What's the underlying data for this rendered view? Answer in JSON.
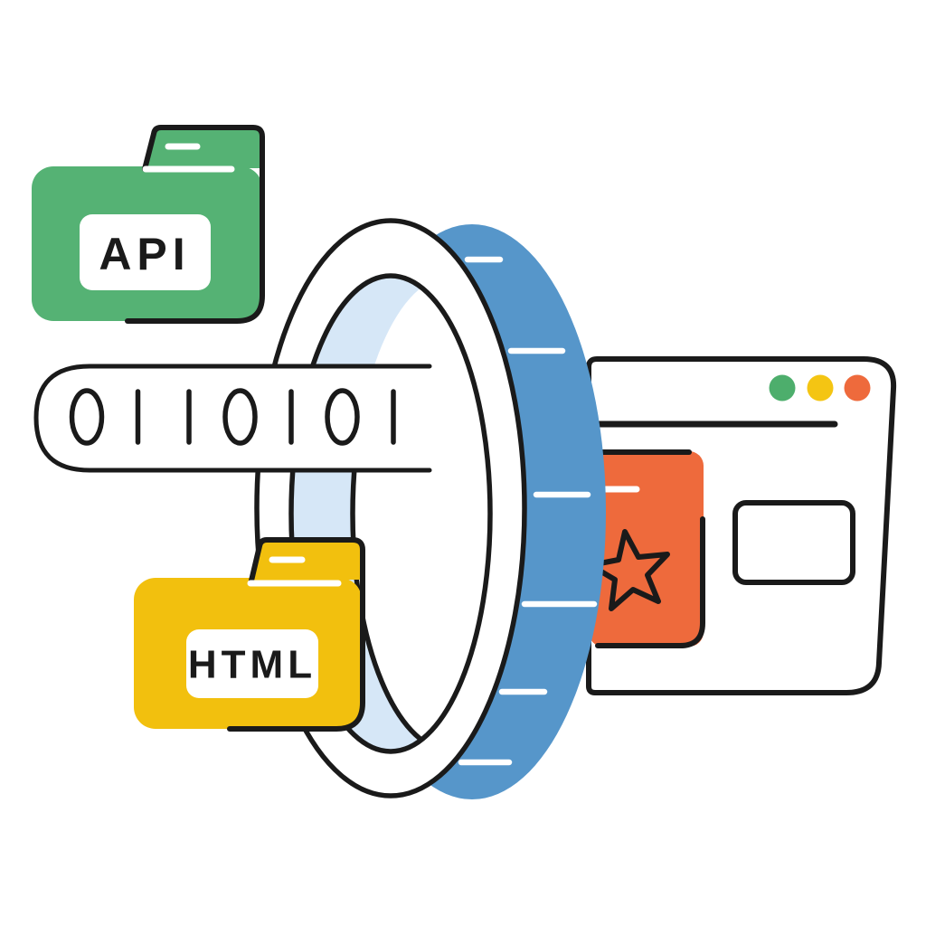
{
  "illustration": {
    "name": "web-development-portal-illustration",
    "background": "#FFFFFF",
    "outline": "#1A1A1A"
  },
  "api_folder": {
    "label": "API",
    "color": "#55B274",
    "label_bg": "#FFFFFF"
  },
  "html_folder": {
    "label": "HTML",
    "color": "#F2C00E",
    "label_bg": "#FFFFFF"
  },
  "binary_bar": {
    "digits": "0110101",
    "bg": "#FFFFFF"
  },
  "portal_ring": {
    "front_color": "#FFFFFF",
    "band_color": "#5696CA",
    "inner_shadow_color": "#D6E7F7",
    "tick_color": "#FFFFFF",
    "tick_count": 6
  },
  "browser_window": {
    "bg": "#FFFFFF",
    "traffic_lights": [
      {
        "name": "green-dot",
        "color": "#4DAE6C"
      },
      {
        "name": "yellow-dot",
        "color": "#F4C513"
      },
      {
        "name": "orange-dot",
        "color": "#EE6A3C"
      }
    ],
    "card": {
      "color": "#EE6A3C",
      "icon": "star",
      "dash_color": "#FFFFFF"
    },
    "placeholder_box": {
      "bg": "#FFFFFF"
    }
  }
}
